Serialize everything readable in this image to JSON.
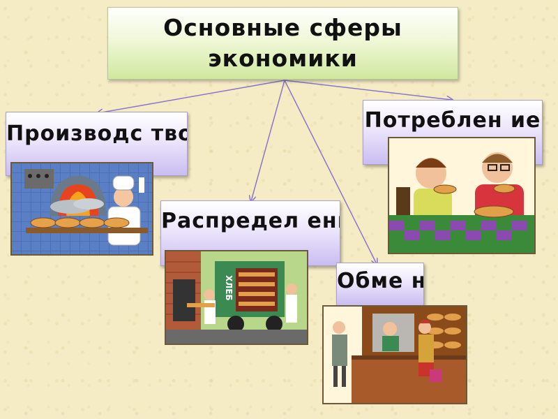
{
  "title": "Основные сферы\nэкономики",
  "spheres": [
    {
      "label": "Производс\nтво"
    },
    {
      "label": "Распредел\nение"
    },
    {
      "label": "Обме\nн"
    },
    {
      "label": "Потреблен\nие"
    }
  ],
  "pictures": [
    {
      "text": "ХЛЕБ"
    }
  ],
  "colors": {
    "background": "#f5ecc6",
    "title_box": "#cfe8a0",
    "label_box": "#c9bdf1",
    "arrow": "#8a76c8"
  }
}
